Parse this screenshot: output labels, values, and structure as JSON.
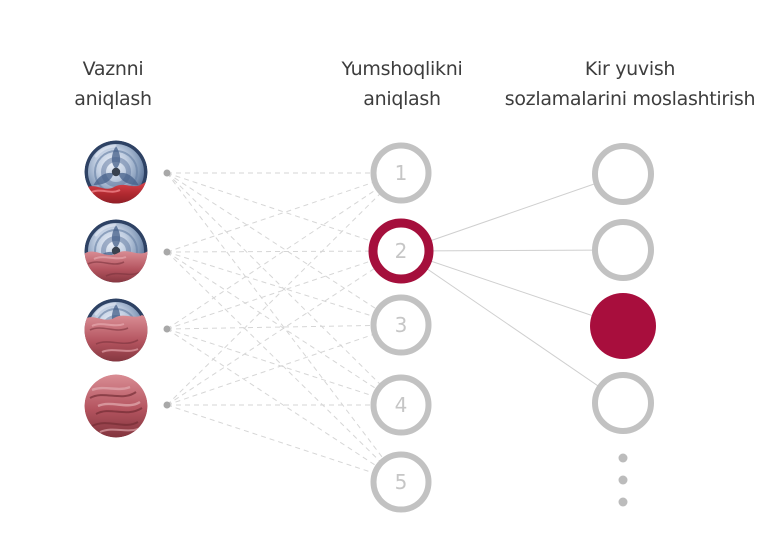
{
  "diagram": {
    "columns": [
      {
        "id": "weight",
        "title_line1": "Vaznni",
        "title_line2": "aniqlash"
      },
      {
        "id": "softness",
        "title_line1": "Yumshoqlikni",
        "title_line2": "aniqlash"
      },
      {
        "id": "settings",
        "title_line1": "Kir yuvish",
        "title_line2": "sozlamalarini moslashtirish"
      }
    ],
    "softness_levels": [
      "1",
      "2",
      "3",
      "4",
      "5"
    ],
    "selected_softness_level": "2",
    "selected_setting_node_index": 3,
    "input_images": [
      "drum-load-1-icon",
      "drum-load-2-icon",
      "drum-load-3-icon",
      "drum-load-4-icon"
    ],
    "ellipsis_dots_count": 3,
    "colors": {
      "accent_red": "#a50f3c",
      "filled_red": "#a80e3d",
      "ring_gray": "#c2c2c2",
      "number_gray": "#c6c6c6",
      "dashed_line": "#d6d6d6",
      "solid_line": "#cfcfcf",
      "connector_dot": "#a8a8a8",
      "heading_text": "#3d3d3d",
      "background": "#ffffff"
    }
  }
}
